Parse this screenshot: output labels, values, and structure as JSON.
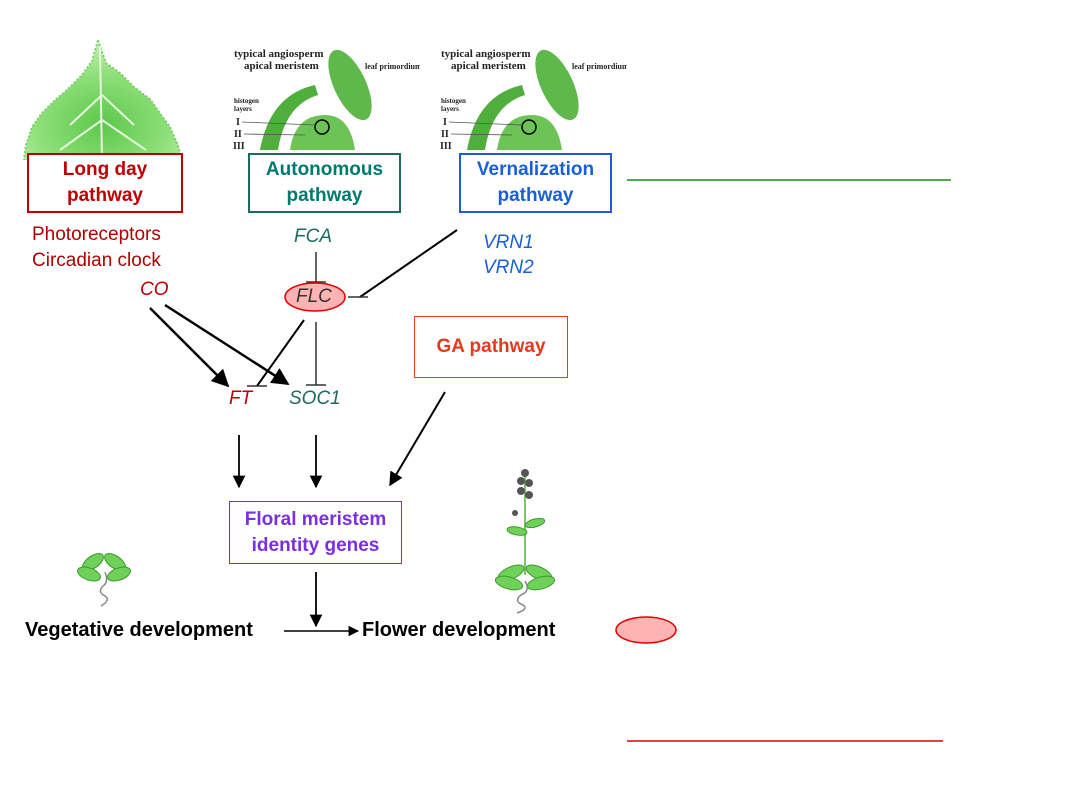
{
  "pathways": {
    "long_day": {
      "line1": "Long day",
      "line2": "pathway",
      "color": "#c00000"
    },
    "autonomous": {
      "line1": "Autonomous",
      "line2": "pathway",
      "color": "#007a6e"
    },
    "vernalization": {
      "line1": "Vernalization",
      "line2": "pathway",
      "color": "#1a5fd6"
    },
    "ga": {
      "label": "GA pathway",
      "color": "#e53a1e"
    }
  },
  "long_day_inputs": {
    "line1": "Photoreceptors",
    "line2": "Circadian clock"
  },
  "genes": {
    "co": "CO",
    "fca": "FCA",
    "flc": "FLC",
    "vrn1": "VRN1",
    "vrn2": "VRN2",
    "ft": "FT",
    "soc1": "SOC1"
  },
  "floral_box": {
    "line1": "Floral meristem",
    "line2": "identity genes",
    "color": "#7b2fe0"
  },
  "development": {
    "vegetative": "Vegetative development",
    "flower": "Flower development"
  },
  "meristem_image": {
    "title1": "typical angiosperm",
    "title2": "apical meristem",
    "leaf": "leaf primordium",
    "layers1": "histogen",
    "layers2": "layers",
    "l1": "I",
    "l2": "II",
    "l3": "III"
  },
  "legend": {
    "green_line_color": "#1a8a1a",
    "red_line_color": "#e00000",
    "oval_fill": "#ffb3b3",
    "oval_stroke": "#e00000"
  }
}
